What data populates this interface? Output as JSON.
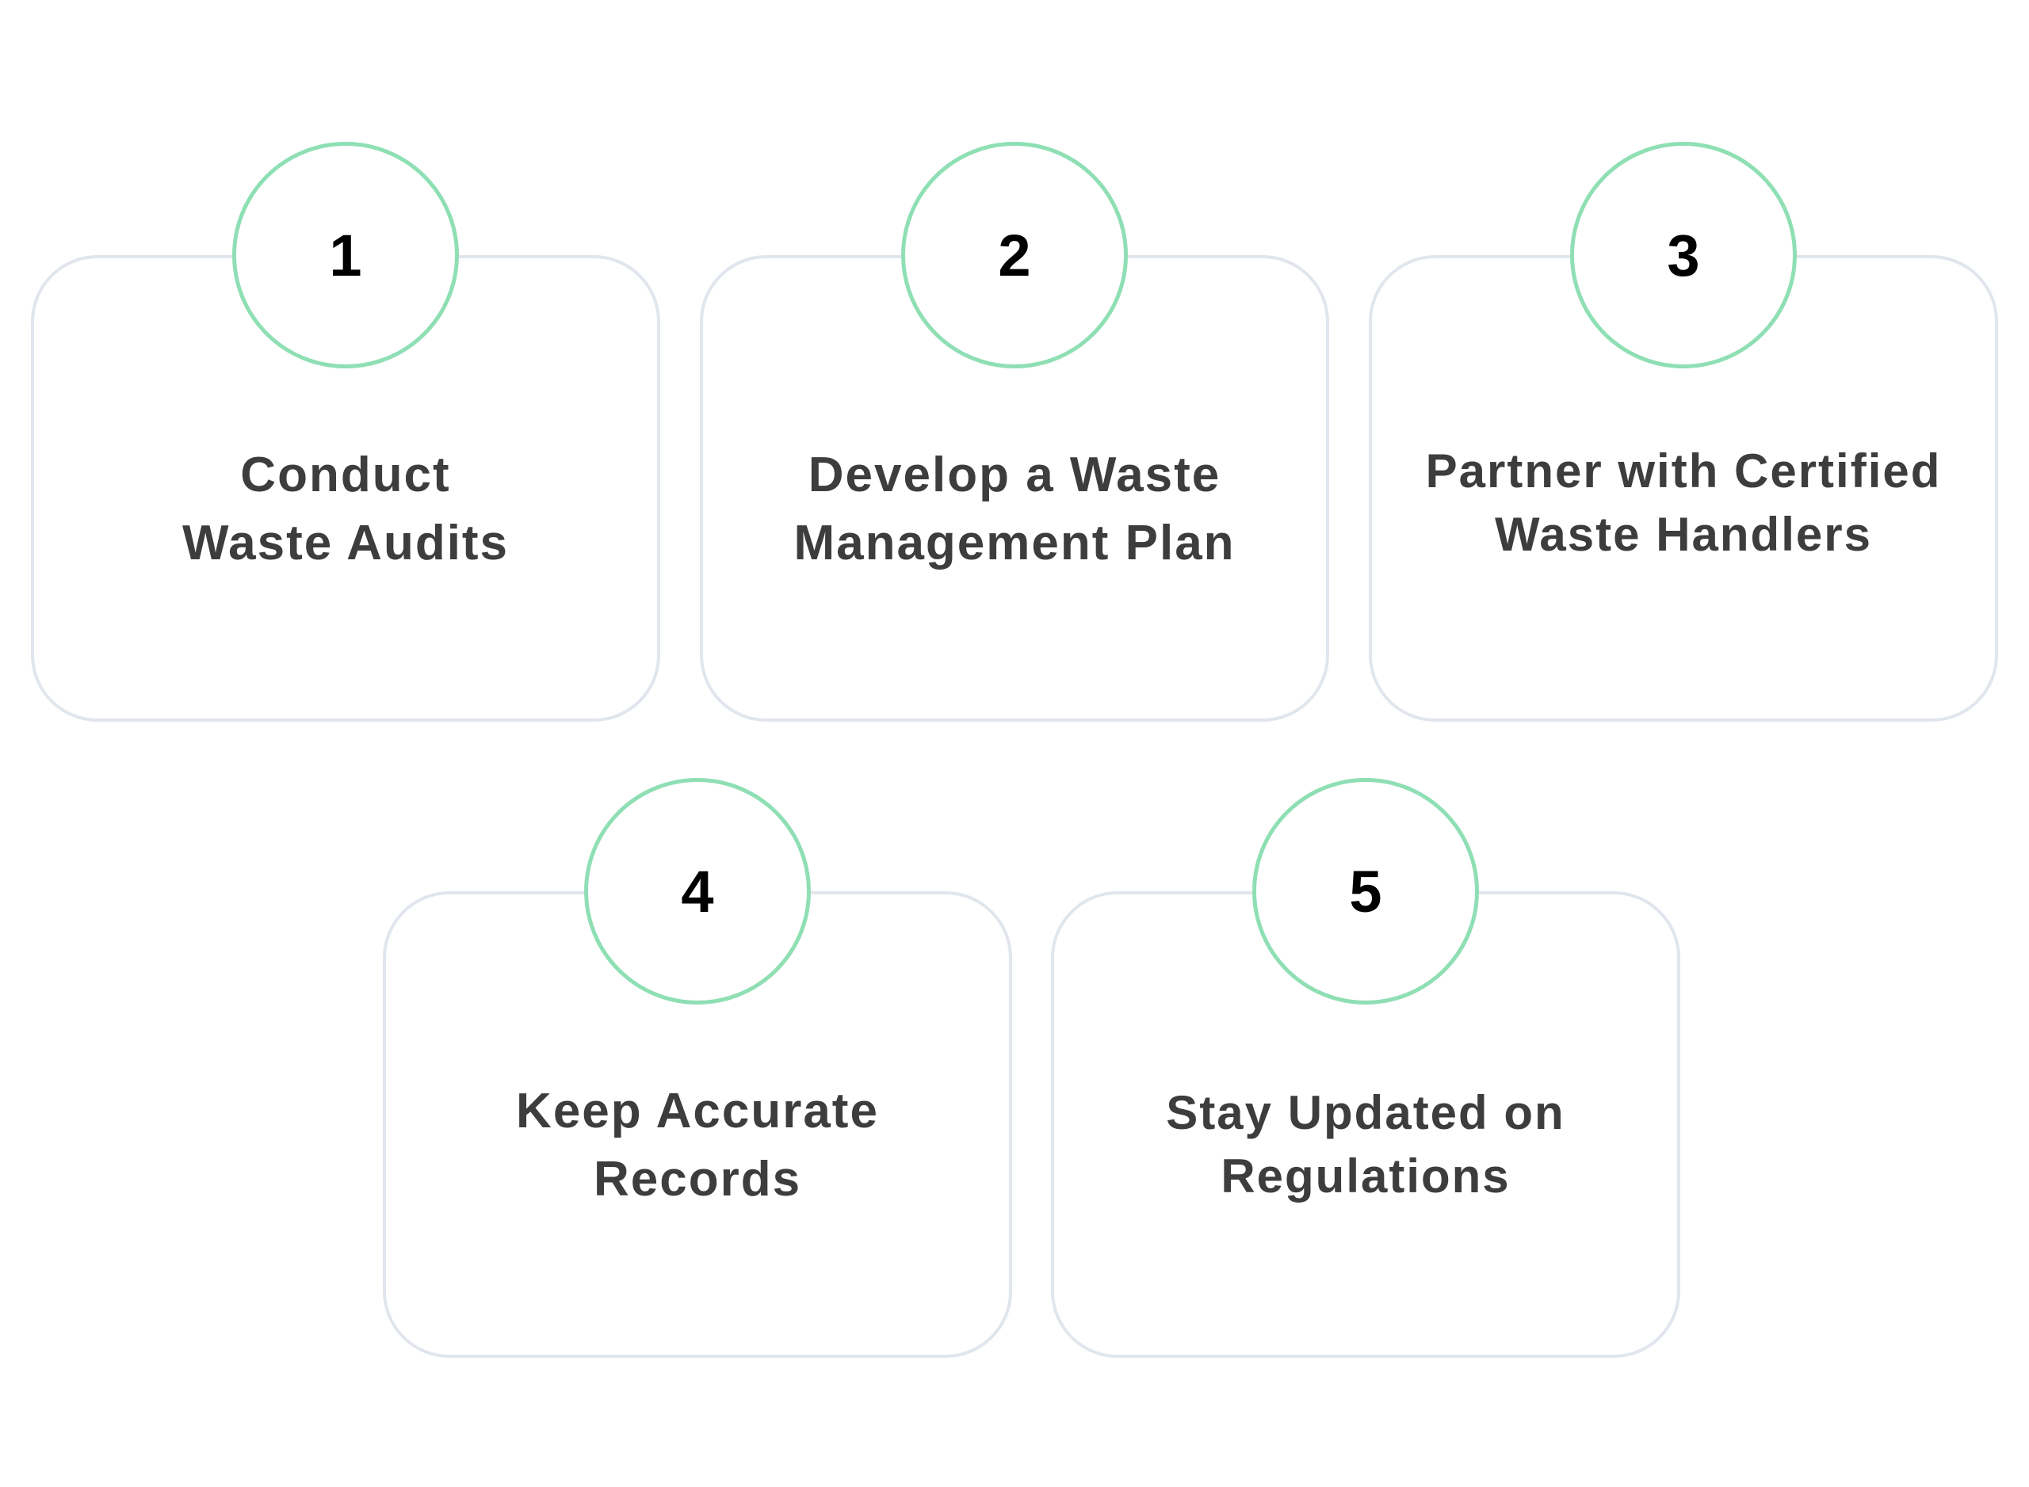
{
  "steps": [
    {
      "number": "1",
      "line1": "Conduct",
      "line2": "Waste Audits"
    },
    {
      "number": "2",
      "line1": "Develop a Waste",
      "line2": "Management Plan"
    },
    {
      "number": "3",
      "line1": "Partner with Certified",
      "line2": "Waste Handlers"
    },
    {
      "number": "4",
      "line1": "Keep Accurate",
      "line2": "Records"
    },
    {
      "number": "5",
      "line1": "Stay Updated on",
      "line2": "Regulations"
    }
  ],
  "colors": {
    "circle_border": "#8fdfb4",
    "card_border": "#e1e6ee",
    "text": "#3d3d3d"
  }
}
